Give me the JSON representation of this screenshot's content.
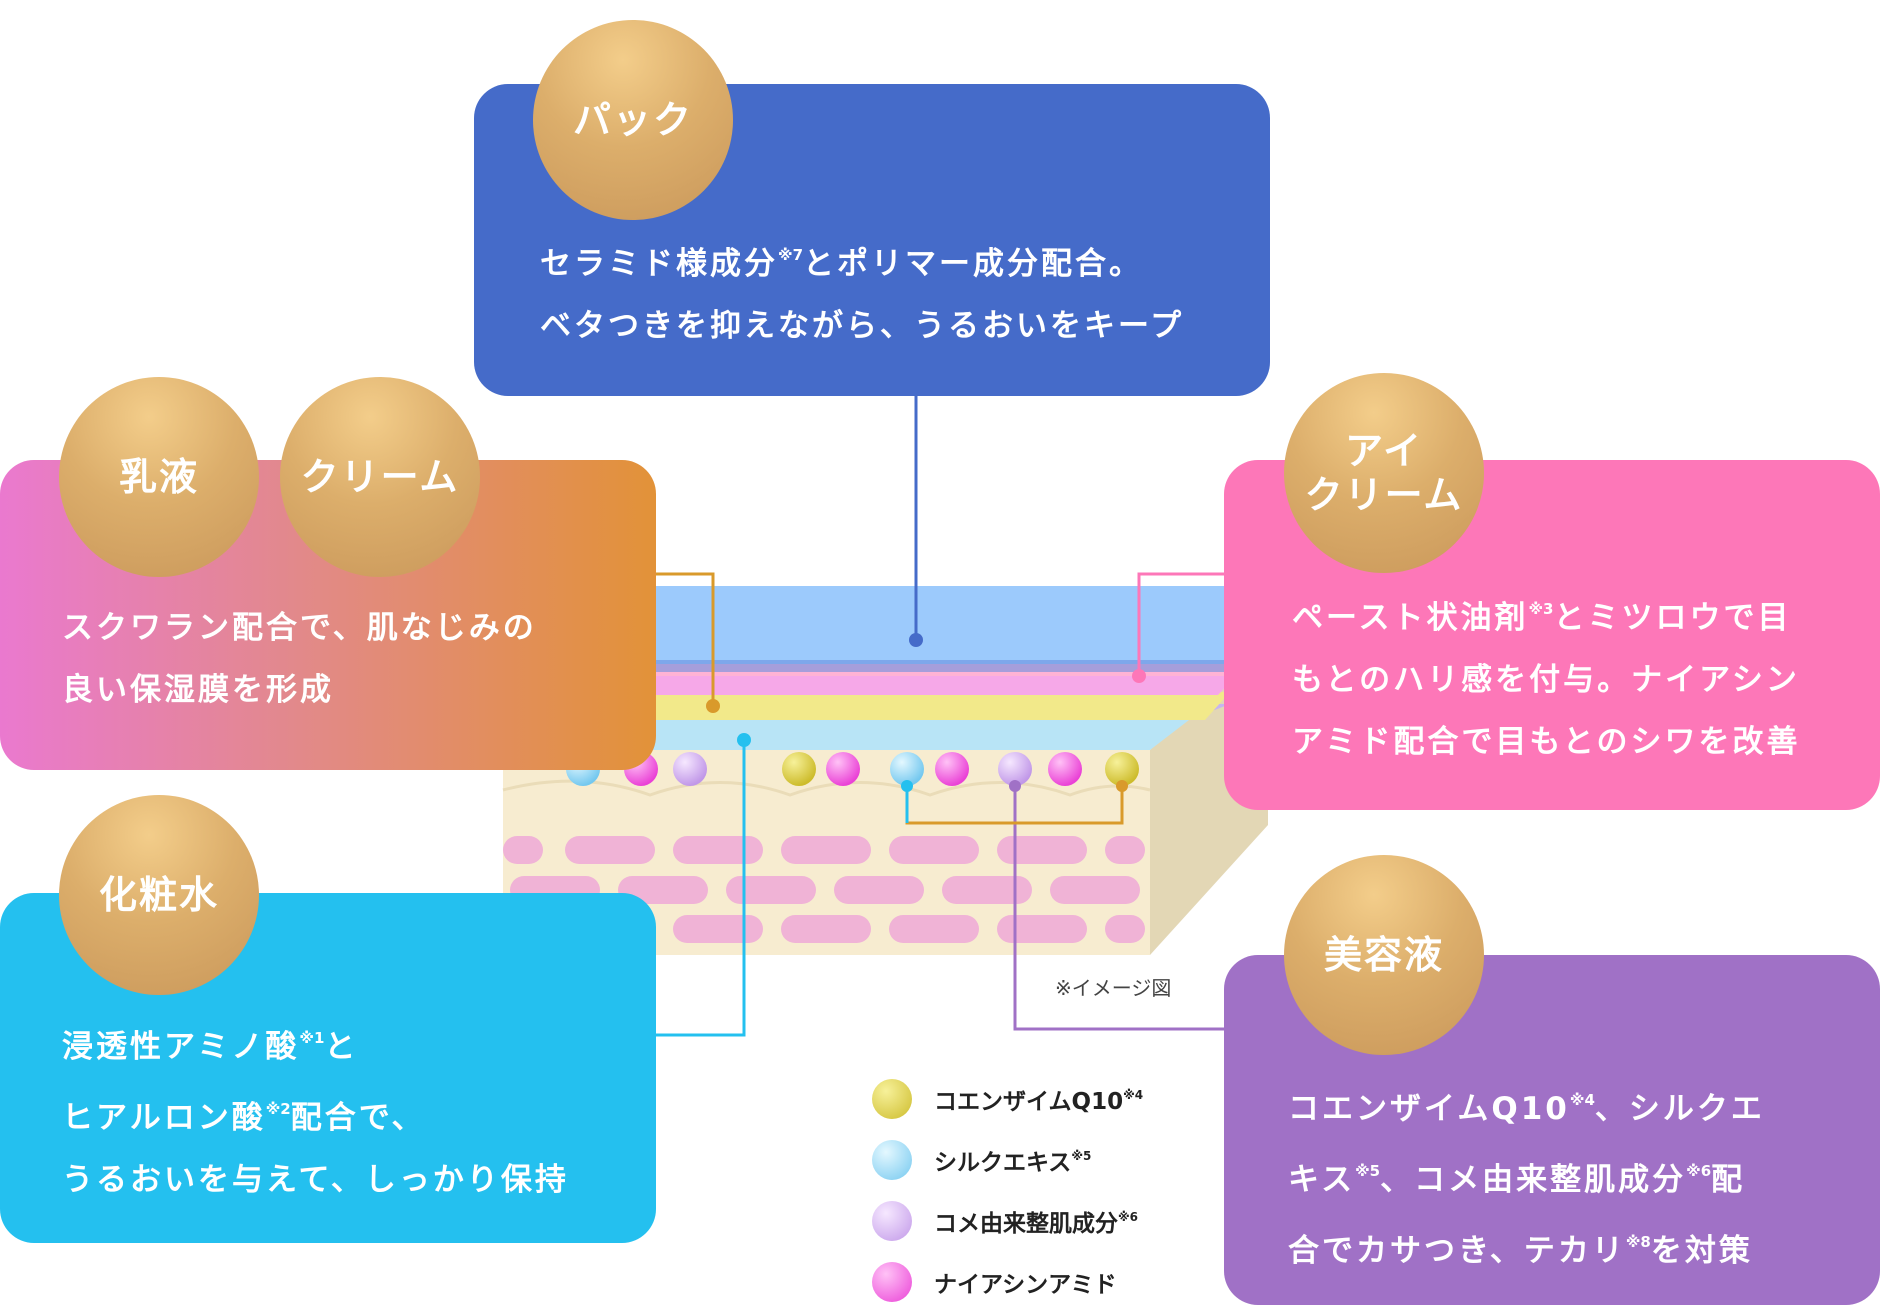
{
  "cards": {
    "pack": {
      "badge": "パック",
      "line1_a": "セラミド様成分",
      "line1_sup": "※7",
      "line1_b": "とポリマー成分配合。",
      "line2": "ベタつきを抑えながら、うるおいをキープ"
    },
    "milk": {
      "badge1": "乳液",
      "badge2": "クリーム",
      "line1": "スクワラン配合で、肌なじみの",
      "line2": "良い保湿膜を形成"
    },
    "eye": {
      "badge_line1": "アイ",
      "badge_line2": "クリーム",
      "line1_a": "ペースト状油剤",
      "line1_sup": "※3",
      "line1_b": "とミツロウで目",
      "line2": "もとのハリ感を付与。ナイアシン",
      "line3": "アミド配合で目もとのシワを改善"
    },
    "lotion": {
      "badge": "化粧水",
      "line1_a": "浸透性アミノ酸",
      "line1_sup": "※1",
      "line1_b": "と",
      "line2_a": "ヒアルロン酸",
      "line2_sup": "※2",
      "line2_b": "配合で、",
      "line3": "うるおいを与えて、しっかり保持"
    },
    "serum": {
      "badge": "美容液",
      "line1_a": "コエンザイムQ10",
      "line1_sup": "※4",
      "line1_b": "、シルクエ",
      "line2_a": "キス",
      "line2_sup": "※5",
      "line2_b": "、コメ由来整肌成分",
      "line2_sup2": "※6",
      "line2_c": "配",
      "line3_a": "合でカサつき、テカリ",
      "line3_sup": "※8",
      "line3_b": "を対策"
    }
  },
  "note": "※イメージ図",
  "legend": [
    {
      "label": "コエンザイムQ10",
      "sup": "※4",
      "color": "#d9cc3e"
    },
    {
      "label": "シルクエキス",
      "sup": "※5",
      "color": "#8fd8f3"
    },
    {
      "label": "コメ由来整肌成分",
      "sup": "※6",
      "color": "#d7aef0"
    },
    {
      "label": "ナイアシンアミド",
      "sup": "",
      "color": "#f15fe0"
    }
  ],
  "colors": {
    "pack": "#456bc9",
    "eye": "#fd77b8",
    "lotion": "#24c0ef",
    "serum": "#a071c6",
    "milk_start": "#ea79cf",
    "milk_end": "#e29238",
    "badge_gold": "#d4a562"
  }
}
